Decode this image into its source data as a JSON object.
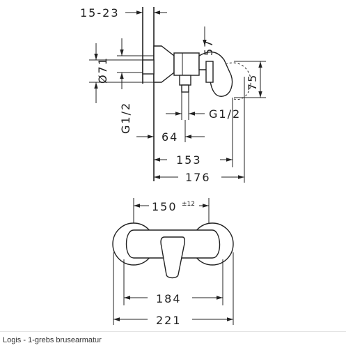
{
  "caption": "Logis - 1-grebs brusearmatur",
  "side_view": {
    "dims": {
      "d15_23": "15-23",
      "d57": "57",
      "d71": "Ø71",
      "d75": "75",
      "g12_left": "G1/2",
      "g12_right": "G1/2",
      "d64": "64",
      "d153": "153",
      "d176": "176"
    }
  },
  "front_view": {
    "dims": {
      "d150": "150",
      "tol": "±12",
      "d184": "184",
      "d221": "221"
    }
  }
}
